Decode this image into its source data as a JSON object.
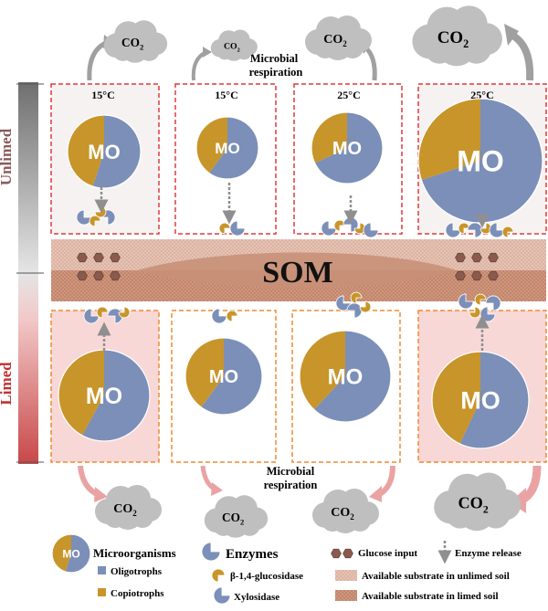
{
  "labels": {
    "unlimed": "Unlimed",
    "limed": "Limed",
    "som": "SOM",
    "co2": "CO",
    "co2_sub": "2",
    "mo": "MO",
    "microbial_line1": "Microbial",
    "microbial_line2": "respiration"
  },
  "panels_top": [
    {
      "temp": "15°C",
      "oligotroph_fraction": 0.55
    },
    {
      "temp": "15°C",
      "oligotroph_fraction": 0.6
    },
    {
      "temp": "25°C",
      "oligotroph_fraction": 0.68
    },
    {
      "temp": "25°C",
      "oligotroph_fraction": 0.7
    }
  ],
  "panels_bottom": [
    {
      "oligotroph_fraction": 0.58
    },
    {
      "oligotroph_fraction": 0.6
    },
    {
      "oligotroph_fraction": 0.62
    },
    {
      "oligotroph_fraction": 0.57
    }
  ],
  "legend": {
    "microorganisms": "Microorganisms",
    "oligotrophs": "Oligotrophs",
    "copiotrophs": "Copiotrophs",
    "enzymes": "Enzymes",
    "glucosidase": "β-1,4-glucosidase",
    "xylosidase": "Xylosidase",
    "glucose_input": "Glucose input",
    "enzyme_release": "Enzyme release",
    "substrate_unlimed": "Available substrate in unlimed soil",
    "substrate_limed": "Available substrate in limed soil"
  },
  "colors": {
    "oligotroph": "#7b8fb8",
    "copiotroph": "#c8952a",
    "som_band": "#c99478",
    "som_dark": "#b67c62",
    "glucose": "#8a5a4e",
    "panel_top_border": "#e03a3a",
    "panel_bottom_border": "#f08a30",
    "panel_bottom_fill": "#f8d7d7",
    "cloud": "#bfbfbf",
    "arrow_top": "#9a9a9a",
    "arrow_bottom": "#eaa3a3"
  }
}
